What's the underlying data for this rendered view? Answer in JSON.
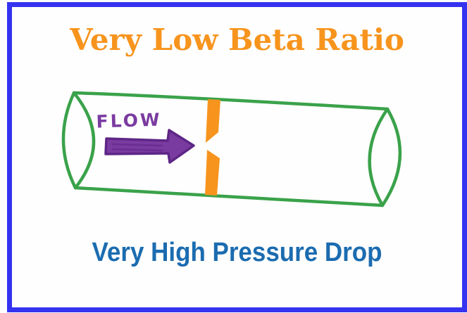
{
  "title": {
    "text": "Very Low Beta Ratio"
  },
  "caption": {
    "text": "Very High Pressure Drop"
  },
  "diagram": {
    "flow_label": "FLOW"
  },
  "colors": {
    "frame_blue": "#3533f0",
    "title_orange": "#f7941d",
    "caption_blue": "#1b6cb0",
    "pipe_green": "#3aa24a",
    "orifice_orange": "#f7941d",
    "arrow_purple": "#7a3ba0",
    "arrow_outline_purple": "#5e2687"
  }
}
